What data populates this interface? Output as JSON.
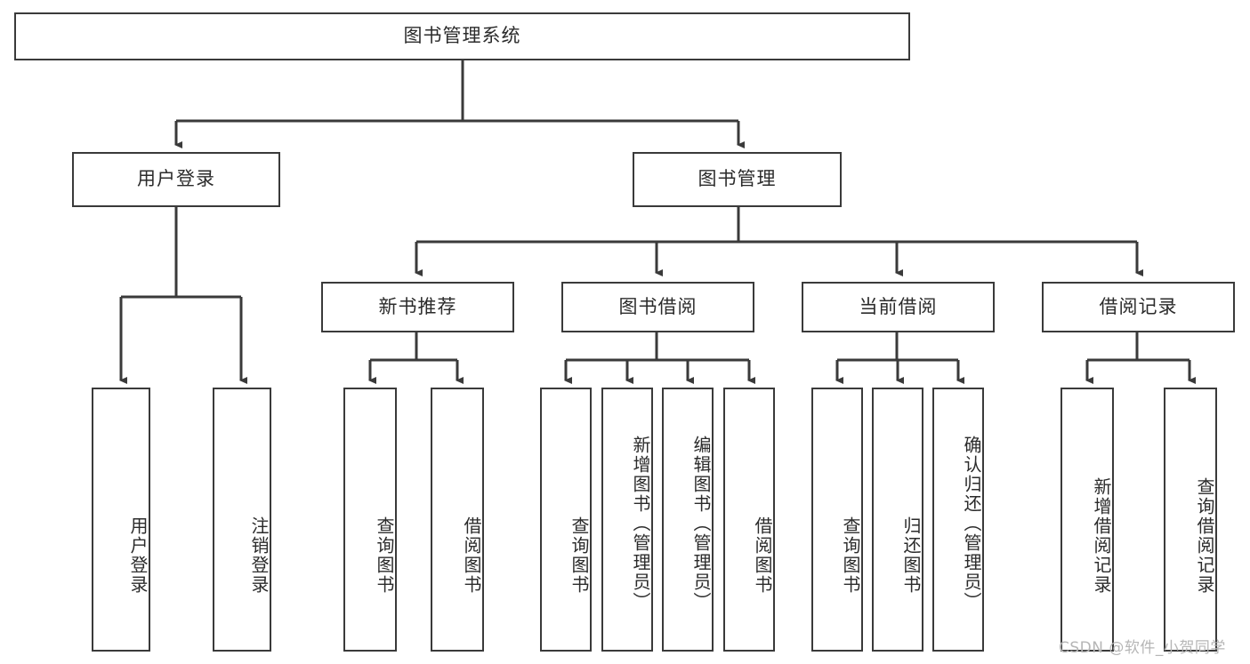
{
  "diagram": {
    "title": "图书管理系统",
    "type": "tree-hierarchy-chart",
    "root": {
      "id": "root",
      "label": "图书管理系统"
    },
    "level2": [
      {
        "id": "user-login",
        "label": "用户登录"
      },
      {
        "id": "book-manage",
        "label": "图书管理"
      }
    ],
    "level3": [
      {
        "id": "new-book-recommend",
        "label": "新书推荐"
      },
      {
        "id": "book-borrow",
        "label": "图书借阅"
      },
      {
        "id": "current-borrow",
        "label": "当前借阅"
      },
      {
        "id": "borrow-record",
        "label": "借阅记录"
      }
    ],
    "leaves": {
      "user_login": [
        {
          "id": "leaf-user-login",
          "label": "用户登录"
        },
        {
          "id": "leaf-logout-login",
          "label": "注销登录"
        }
      ],
      "new_book_recommend": [
        {
          "id": "leaf-query-book-1",
          "label": "查询图书"
        },
        {
          "id": "leaf-borrow-book-1",
          "label": "借阅图书"
        }
      ],
      "book_borrow": [
        {
          "id": "leaf-query-book-2",
          "label": "查询图书"
        },
        {
          "id": "leaf-add-book",
          "label": "新增图书（管理员）"
        },
        {
          "id": "leaf-edit-book",
          "label": "编辑图书（管理员）"
        },
        {
          "id": "leaf-borrow-book-2",
          "label": "借阅图书"
        }
      ],
      "current_borrow": [
        {
          "id": "leaf-query-book-3",
          "label": "查询图书"
        },
        {
          "id": "leaf-return-book",
          "label": "归还图书"
        },
        {
          "id": "leaf-confirm-return",
          "label": "确认归还（管理员）"
        }
      ],
      "borrow_record": [
        {
          "id": "leaf-add-record",
          "label": "新增借阅记录"
        },
        {
          "id": "leaf-query-record",
          "label": "查询借阅记录"
        }
      ]
    },
    "colors": {
      "stroke": "#3a3a3a",
      "fill": "#ffffff",
      "text": "#2b2b2b",
      "watermark": "#b6b6b6"
    }
  },
  "watermark": {
    "text": "CSDN @软件_小贺同学"
  }
}
